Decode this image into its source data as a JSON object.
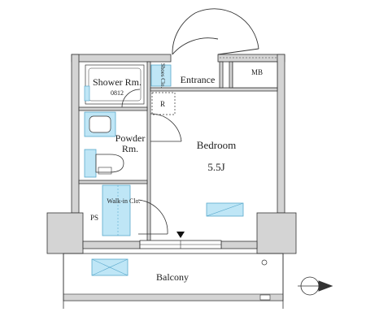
{
  "labels": {
    "shower_room": "Shower Rm.",
    "shower_code": "0812",
    "shoes_closet": "Shoes Clo.",
    "entrance": "Entrance",
    "mb": "MB",
    "refrigerator": "R",
    "powder_room_line1": "Powder",
    "powder_room_line2": "Rm.",
    "bedroom": "Bedroom",
    "bedroom_size": "5.5J",
    "walk_in_closet": "Walk-in Clo.",
    "ps": "PS",
    "balcony": "Balcony"
  },
  "colors": {
    "wall": "#d4d4d4",
    "line": "#333333",
    "fixture_blue": "#bfe6f6",
    "fixture_stroke": "#5aa9cc",
    "background": "#ffffff"
  },
  "icons": {
    "compass": "north-arrow-icon",
    "entry_marker": "entry-triangle-icon"
  }
}
